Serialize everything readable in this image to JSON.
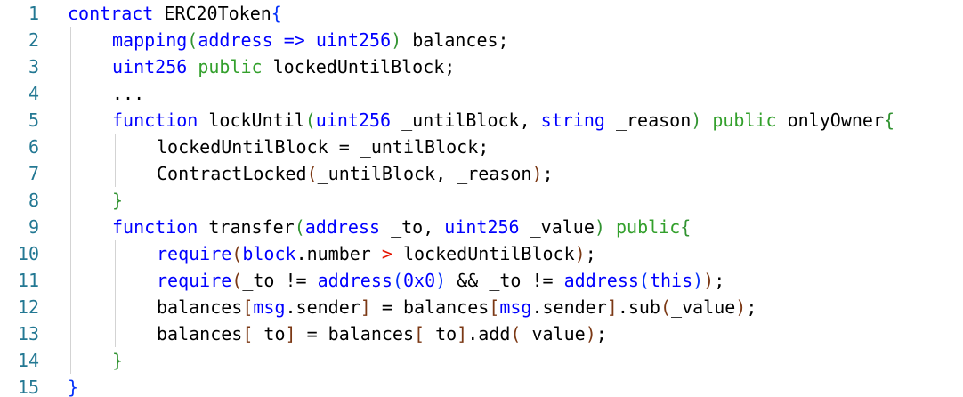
{
  "colors": {
    "background": "#ffffff",
    "line_number": "#237893",
    "keyword": "#0000ff",
    "visibility": "#33a02c",
    "text": "#000000",
    "bracket_level_1": "#0431fa",
    "bracket_level_2": "#319331",
    "bracket_level_3": "#7b3814",
    "operator_gt": "#e51400",
    "indent_guide": "#d3d3d3"
  },
  "lines": [
    {
      "number": "1",
      "indent": 0,
      "tokens": [
        {
          "t": "contract",
          "c": "kw"
        },
        {
          "t": " ERC20Token",
          "c": "txt"
        },
        {
          "t": "{",
          "c": "pn1"
        }
      ]
    },
    {
      "number": "2",
      "indent": 1,
      "tokens": [
        {
          "t": "mapping",
          "c": "kw"
        },
        {
          "t": "(",
          "c": "pn2"
        },
        {
          "t": "address",
          "c": "kw"
        },
        {
          "t": " ",
          "c": "txt"
        },
        {
          "t": "=>",
          "c": "kw"
        },
        {
          "t": " ",
          "c": "txt"
        },
        {
          "t": "uint256",
          "c": "kw"
        },
        {
          "t": ")",
          "c": "pn2"
        },
        {
          "t": " balances;",
          "c": "txt"
        }
      ]
    },
    {
      "number": "3",
      "indent": 1,
      "tokens": [
        {
          "t": "uint256",
          "c": "kw"
        },
        {
          "t": " ",
          "c": "txt"
        },
        {
          "t": "public",
          "c": "vs"
        },
        {
          "t": " lockedUntilBlock;",
          "c": "txt"
        }
      ]
    },
    {
      "number": "4",
      "indent": 1,
      "tokens": [
        {
          "t": "...",
          "c": "txt"
        }
      ]
    },
    {
      "number": "5",
      "indent": 1,
      "tokens": [
        {
          "t": "function",
          "c": "kw"
        },
        {
          "t": " lockUntil",
          "c": "txt"
        },
        {
          "t": "(",
          "c": "pn2"
        },
        {
          "t": "uint256",
          "c": "kw"
        },
        {
          "t": " _untilBlock, ",
          "c": "txt"
        },
        {
          "t": "string",
          "c": "kw"
        },
        {
          "t": " _reason",
          "c": "txt"
        },
        {
          "t": ")",
          "c": "pn2"
        },
        {
          "t": " ",
          "c": "txt"
        },
        {
          "t": "public",
          "c": "vs"
        },
        {
          "t": " onlyOwner",
          "c": "txt"
        },
        {
          "t": "{",
          "c": "pn2"
        }
      ]
    },
    {
      "number": "6",
      "indent": 2,
      "tokens": [
        {
          "t": "lockedUntilBlock = _untilBlock;",
          "c": "txt"
        }
      ]
    },
    {
      "number": "7",
      "indent": 2,
      "tokens": [
        {
          "t": "ContractLocked",
          "c": "txt"
        },
        {
          "t": "(",
          "c": "pn3"
        },
        {
          "t": "_untilBlock, _reason",
          "c": "txt"
        },
        {
          "t": ")",
          "c": "pn3"
        },
        {
          "t": ";",
          "c": "txt"
        }
      ]
    },
    {
      "number": "8",
      "indent": 1,
      "tokens": [
        {
          "t": "}",
          "c": "pn2"
        }
      ]
    },
    {
      "number": "9",
      "indent": 1,
      "tokens": [
        {
          "t": "function",
          "c": "kw"
        },
        {
          "t": " transfer",
          "c": "txt"
        },
        {
          "t": "(",
          "c": "pn2"
        },
        {
          "t": "address",
          "c": "kw"
        },
        {
          "t": " _to, ",
          "c": "txt"
        },
        {
          "t": "uint256",
          "c": "kw"
        },
        {
          "t": " _value",
          "c": "txt"
        },
        {
          "t": ")",
          "c": "pn2"
        },
        {
          "t": " ",
          "c": "txt"
        },
        {
          "t": "public",
          "c": "vs"
        },
        {
          "t": "{",
          "c": "pn2"
        }
      ]
    },
    {
      "number": "10",
      "indent": 2,
      "tokens": [
        {
          "t": "require",
          "c": "kw"
        },
        {
          "t": "(",
          "c": "pn3"
        },
        {
          "t": "block",
          "c": "kw"
        },
        {
          "t": ".number ",
          "c": "txt"
        },
        {
          "t": ">",
          "c": "op"
        },
        {
          "t": " lockedUntilBlock",
          "c": "txt"
        },
        {
          "t": ")",
          "c": "pn3"
        },
        {
          "t": ";",
          "c": "txt"
        }
      ]
    },
    {
      "number": "11",
      "indent": 2,
      "tokens": [
        {
          "t": "require",
          "c": "kw"
        },
        {
          "t": "(",
          "c": "pn3"
        },
        {
          "t": "_to != ",
          "c": "txt"
        },
        {
          "t": "address",
          "c": "kw"
        },
        {
          "t": "(",
          "c": "pn1"
        },
        {
          "t": "0x0",
          "c": "kw"
        },
        {
          "t": ")",
          "c": "pn1"
        },
        {
          "t": " && _to != ",
          "c": "txt"
        },
        {
          "t": "address",
          "c": "kw"
        },
        {
          "t": "(",
          "c": "pn1"
        },
        {
          "t": "this",
          "c": "kw"
        },
        {
          "t": ")",
          "c": "pn1"
        },
        {
          "t": ")",
          "c": "pn3"
        },
        {
          "t": ";",
          "c": "txt"
        }
      ]
    },
    {
      "number": "12",
      "indent": 2,
      "tokens": [
        {
          "t": "balances",
          "c": "txt"
        },
        {
          "t": "[",
          "c": "pn3"
        },
        {
          "t": "msg",
          "c": "kw"
        },
        {
          "t": ".sender",
          "c": "txt"
        },
        {
          "t": "]",
          "c": "pn3"
        },
        {
          "t": " = balances",
          "c": "txt"
        },
        {
          "t": "[",
          "c": "pn3"
        },
        {
          "t": "msg",
          "c": "kw"
        },
        {
          "t": ".sender",
          "c": "txt"
        },
        {
          "t": "]",
          "c": "pn3"
        },
        {
          "t": ".sub",
          "c": "txt"
        },
        {
          "t": "(",
          "c": "pn3"
        },
        {
          "t": "_value",
          "c": "txt"
        },
        {
          "t": ")",
          "c": "pn3"
        },
        {
          "t": ";",
          "c": "txt"
        }
      ]
    },
    {
      "number": "13",
      "indent": 2,
      "tokens": [
        {
          "t": "balances",
          "c": "txt"
        },
        {
          "t": "[",
          "c": "pn3"
        },
        {
          "t": "_to",
          "c": "txt"
        },
        {
          "t": "]",
          "c": "pn3"
        },
        {
          "t": " = balances",
          "c": "txt"
        },
        {
          "t": "[",
          "c": "pn3"
        },
        {
          "t": "_to",
          "c": "txt"
        },
        {
          "t": "]",
          "c": "pn3"
        },
        {
          "t": ".add",
          "c": "txt"
        },
        {
          "t": "(",
          "c": "pn3"
        },
        {
          "t": "_value",
          "c": "txt"
        },
        {
          "t": ")",
          "c": "pn3"
        },
        {
          "t": ";",
          "c": "txt"
        }
      ]
    },
    {
      "number": "14",
      "indent": 1,
      "tokens": [
        {
          "t": "}",
          "c": "pn2"
        }
      ]
    },
    {
      "number": "15",
      "indent": 0,
      "tokens": [
        {
          "t": "}",
          "c": "pn1"
        }
      ]
    }
  ]
}
